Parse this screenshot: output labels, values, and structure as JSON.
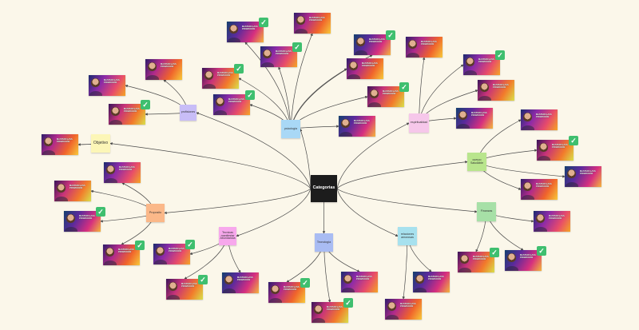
{
  "colors": {
    "background": "#fbf7ea",
    "center": "#1c1c1c",
    "lavender": "#c8bdf7",
    "blue": "#a9d8f6",
    "pink": "#f6c7ea",
    "yellow": "#fcf6b7",
    "lime": "#b9e58d",
    "orange": "#fbb889",
    "magenta": "#f7a8ec",
    "periwinkle": "#a9bcf3",
    "cyan": "#a7e1ee",
    "green": "#a7e0a7",
    "check": "#3fbf6f",
    "link": "#4a4a4a"
  },
  "center": {
    "label": "Categorias"
  },
  "categories": [
    {
      "id": "profisiones",
      "label": "profisiones"
    },
    {
      "id": "psicologia",
      "label": "psicologia"
    },
    {
      "id": "espiritualidad",
      "label": "espiritualidad"
    },
    {
      "id": "objetivo",
      "label": "Objetivo"
    },
    {
      "id": "cuerpo",
      "label": "cuerpo Saludable"
    },
    {
      "id": "proposito",
      "label": "Proposito"
    },
    {
      "id": "tecnicas",
      "label": "Tecnicas manifestar Abundancia"
    },
    {
      "id": "tecnologia",
      "label": "Tecnologia"
    },
    {
      "id": "relaciones",
      "label": "relaciones amorosas"
    },
    {
      "id": "finanzas",
      "label": "Finanzas"
    }
  ],
  "thumbnail": {
    "caption": "MASTERCLASS PROMOCIÓN",
    "completed_icon": "check-icon",
    "check_glyph": "✓"
  }
}
